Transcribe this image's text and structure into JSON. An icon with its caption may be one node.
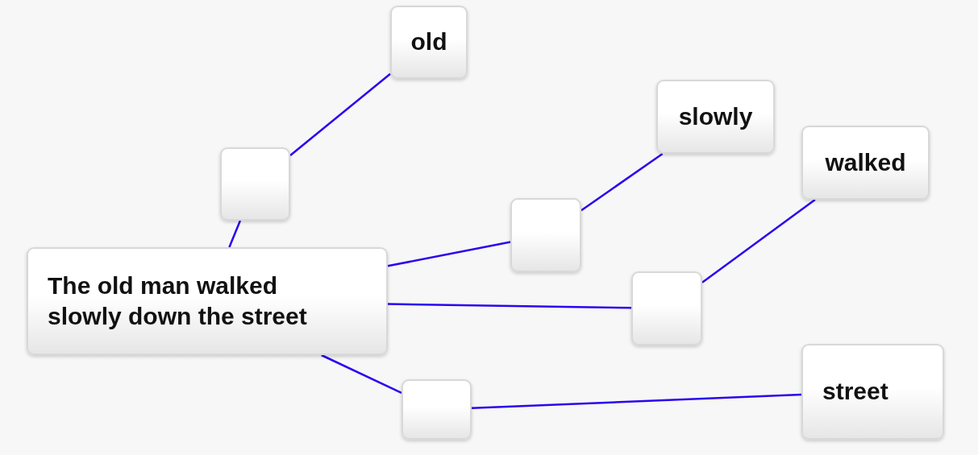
{
  "diagram": {
    "nodes": [
      {
        "text": [
          "old"
        ]
      },
      {
        "text": [],
        "shape": "box"
      },
      {
        "text": [
          "slowly"
        ]
      },
      {
        "text": [
          "walked"
        ]
      },
      {
        "text": [],
        "shape": "box"
      },
      {
        "text": [
          "The old man walked slowly down the street"
        ]
      },
      {
        "text": [],
        "shape": "box"
      },
      {
        "text": [],
        "shape": "box"
      },
      {
        "text": [
          "street"
        ]
      }
    ],
    "edges": [
      {
        "from": 5,
        "to": 1,
        "arrow": "none"
      },
      {
        "from": 1,
        "to": 0,
        "arrow": "none"
      },
      {
        "from": 5,
        "to": 4,
        "arrow": "none"
      },
      {
        "from": 4,
        "to": 2,
        "arrow": "none"
      },
      {
        "from": 5,
        "to": 6,
        "arrow": "none"
      },
      {
        "from": 6,
        "to": 3,
        "arrow": "none"
      },
      {
        "from": 5,
        "to": 7,
        "arrow": "none"
      },
      {
        "from": 7,
        "to": 8,
        "arrow": "none"
      }
    ]
  }
}
